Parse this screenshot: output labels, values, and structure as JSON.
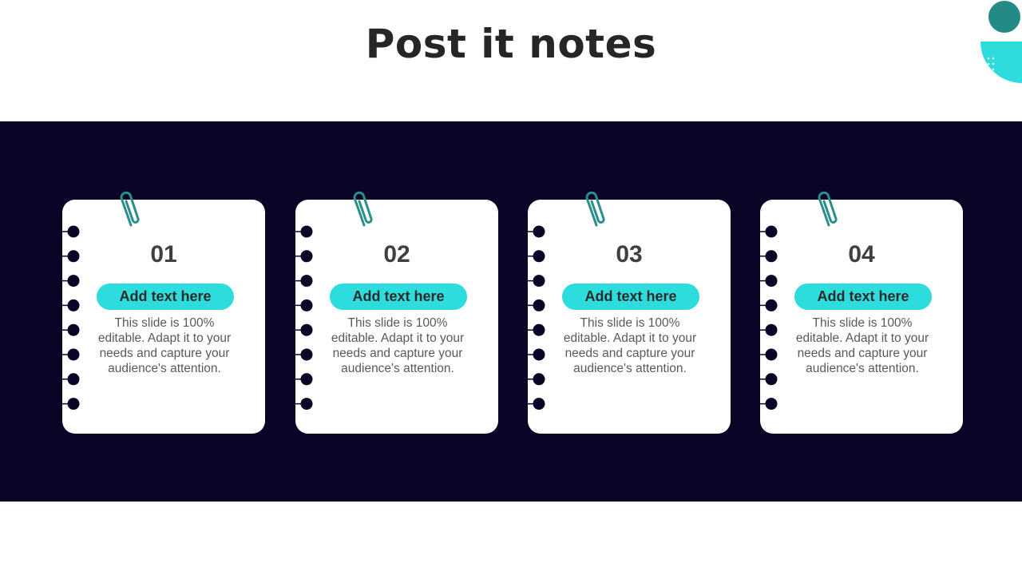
{
  "slide": {
    "title": "Post it notes",
    "colors": {
      "band": "#0a0426",
      "accent": "#2ddcdc",
      "clip": "#2a8e8a",
      "decor_circle": "#248a86"
    },
    "notes": [
      {
        "number": "01",
        "heading": "Add text here",
        "body": "This slide is 100% editable. Adapt it to your needs and capture your audience's attention."
      },
      {
        "number": "02",
        "heading": "Add text here",
        "body": "This slide is 100% editable. Adapt it to your needs and capture your audience's attention."
      },
      {
        "number": "03",
        "heading": "Add text here",
        "body": "This slide is 100% editable. Adapt it to your needs and capture your audience's attention."
      },
      {
        "number": "04",
        "heading": "Add text here",
        "body": "This slide is 100% editable. Adapt it to your needs and capture your audience's attention."
      }
    ]
  }
}
